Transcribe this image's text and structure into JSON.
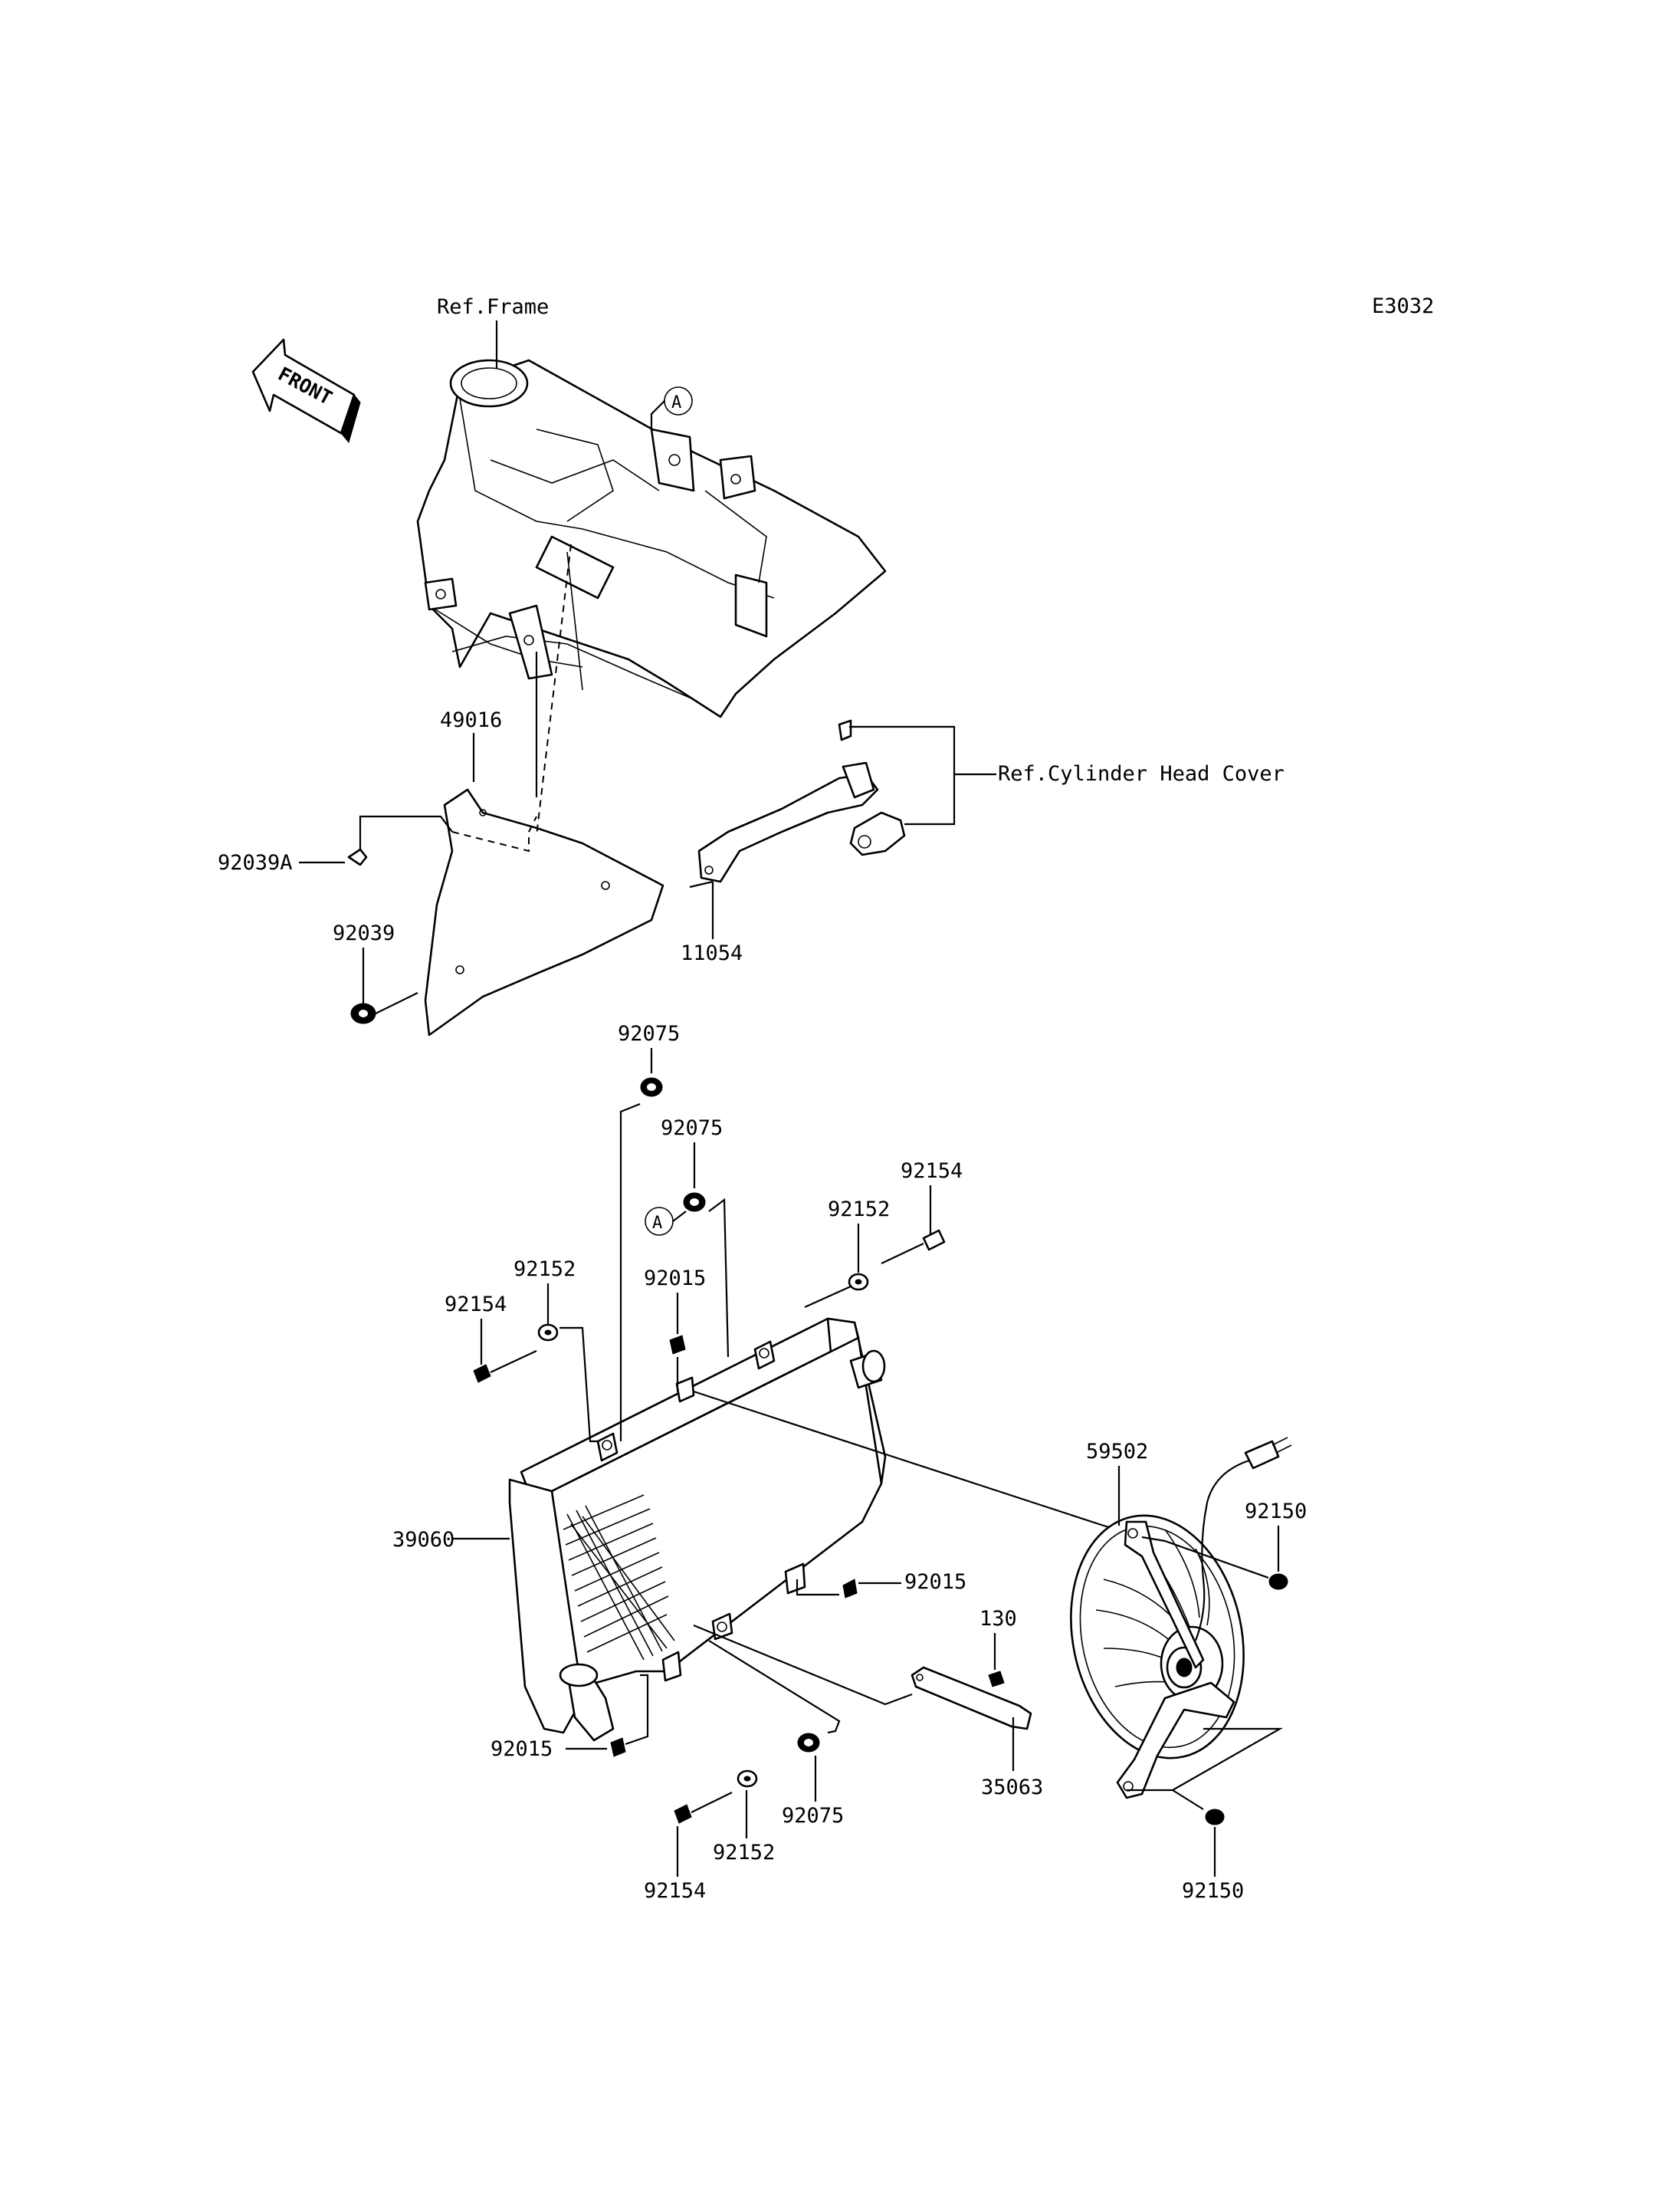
{
  "diagram_code": "E3032",
  "front_label": "FRONT",
  "callout_letter": "A",
  "references": {
    "frame": "Ref.Frame",
    "cylinder_head_cover": "Ref.Cylinder Head Cover"
  },
  "part_labels": {
    "p49016": "49016",
    "p92039A": "92039A",
    "p92039": "92039",
    "p11054": "11054",
    "p92075_top": "92075",
    "p92075_mid": "92075",
    "p92075_bottom": "92075",
    "p92154_right": "92154",
    "p92152_right": "92152",
    "p92015_top": "92015",
    "p92152_left": "92152",
    "p92154_left": "92154",
    "p59502": "59502",
    "p92150_top": "92150",
    "p39060": "39060",
    "p92015_right": "92015",
    "p130": "130",
    "p92015_bottom": "92015",
    "p35063": "35063",
    "p92152_bottom": "92152",
    "p92154_bottom": "92154",
    "p92150_bottom": "92150"
  }
}
